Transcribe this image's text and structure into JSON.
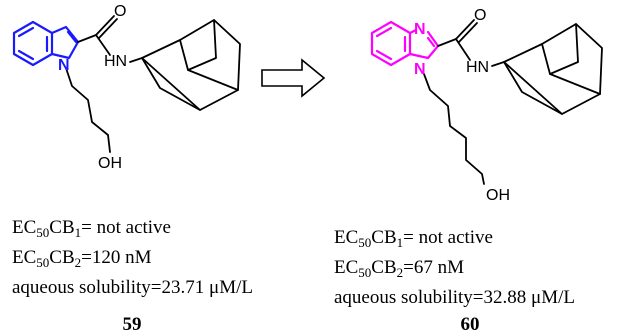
{
  "colors": {
    "bond": "#000000",
    "indole_core": "#1a1aff",
    "benzimidazole_core": "#ff00ff"
  },
  "compound_59": {
    "atom_n": "N",
    "atom_o": "O",
    "amide_nh": "HN",
    "hydroxyl": "OH",
    "ec50_cb1": {
      "prefix": "EC",
      "sub1": "50",
      "mid": "CB",
      "sub2": "1",
      "value": "= not active"
    },
    "ec50_cb2": {
      "prefix": "EC",
      "sub1": "50",
      "mid": "CB",
      "sub2": "2",
      "value": "=120 nM"
    },
    "solubility": "aqueous solubility=23.71 μM/L",
    "number": "59"
  },
  "transform_arrow": "open-right-arrow-icon",
  "compound_60": {
    "atom_n_ring": "N",
    "atom_n_sub": "N",
    "atom_o": "O",
    "amide_nh": "HN",
    "hydroxyl": "OH",
    "ec50_cb1": {
      "prefix": "EC",
      "sub1": "50",
      "mid": "CB",
      "sub2": "1",
      "value": "= not active"
    },
    "ec50_cb2": {
      "prefix": "EC",
      "sub1": "50",
      "mid": "CB",
      "sub2": "2",
      "value": "=67 nM"
    },
    "solubility": "aqueous solubility=32.88 μM/L",
    "number": "60"
  }
}
